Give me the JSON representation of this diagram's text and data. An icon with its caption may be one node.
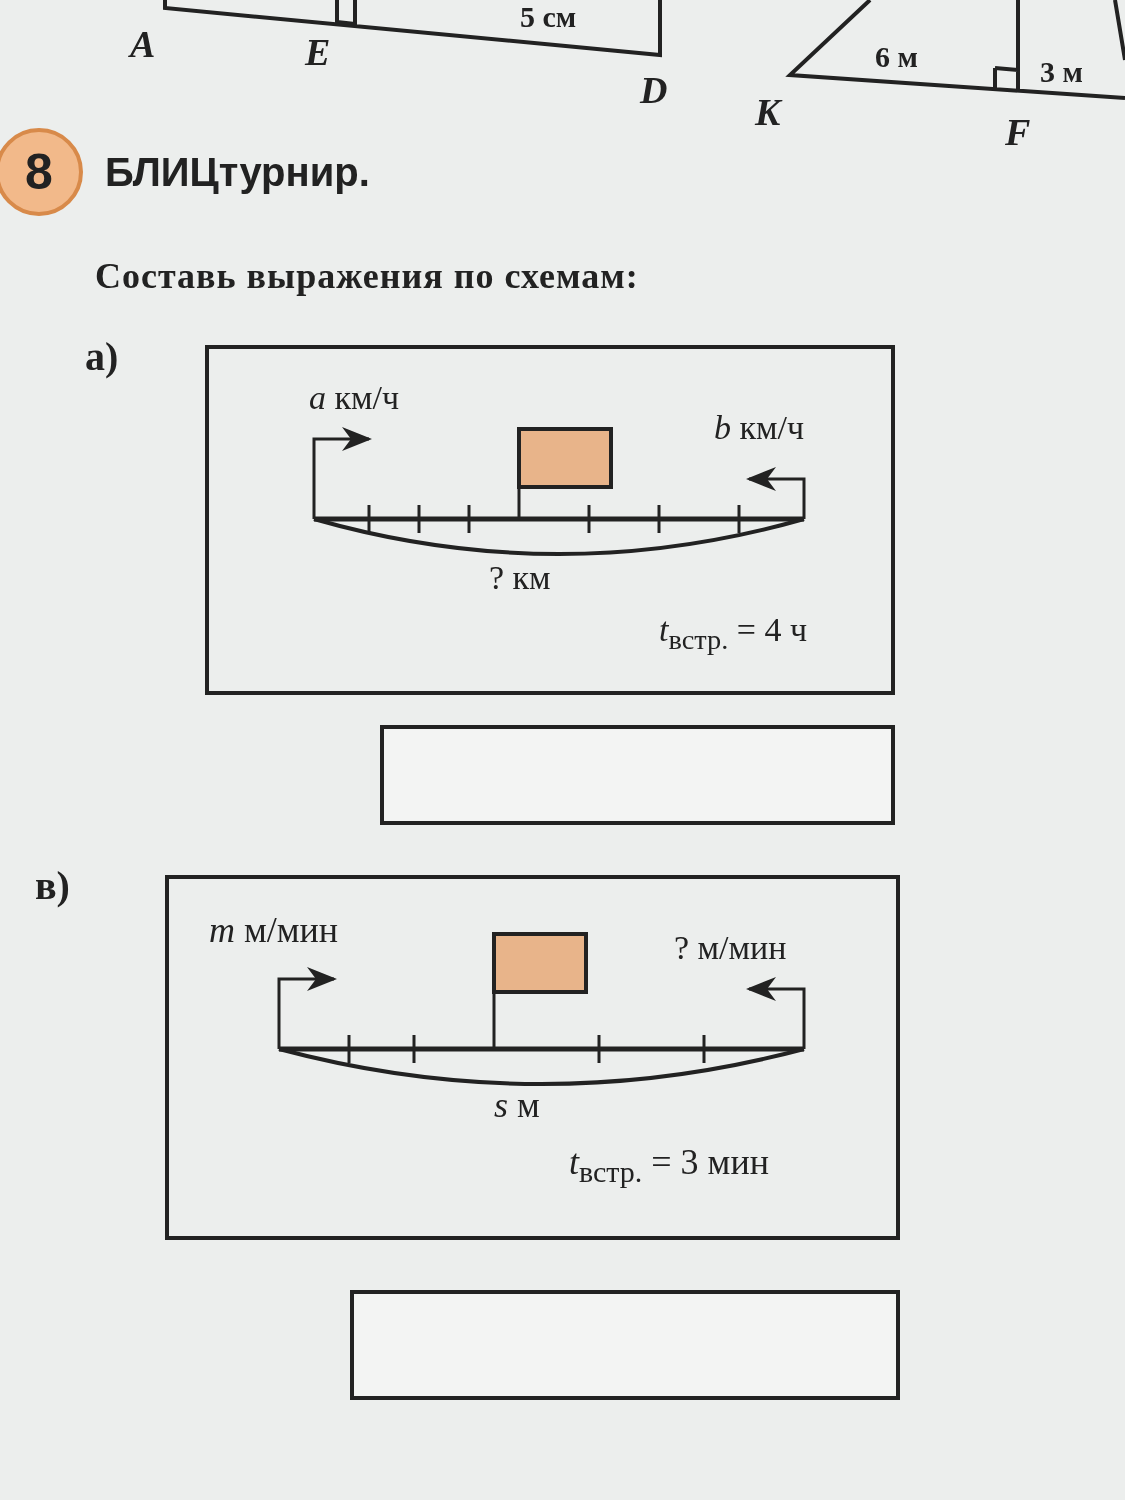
{
  "diagram": {
    "title": "БЛИЦтурнир.",
    "nodes": [
      {
        "text": [
          "8"
        ]
      },
      {
        "text": [
          "*a* км/ч",
          "*b* км/ч",
          "? км",
          "*t*$_{встр.}$ = 4 ч"
        ]
      },
      {
        "text": [],
        "shape": "box"
      },
      {
        "text": [
          "*m* м/мин",
          "? м/мин",
          "*s* м",
          "*t*$_{встр.}$ = 3 мин"
        ]
      },
      {
        "text": [],
        "shape": "box"
      }
    ],
    "edges": [],
    "labels": [
      "5 см",
      "A",
      "E",
      "6 м",
      "3 м",
      "D",
      "K",
      "F",
      "Составь выражения по схемам:",
      "а)",
      "в)"
    ]
  }
}
